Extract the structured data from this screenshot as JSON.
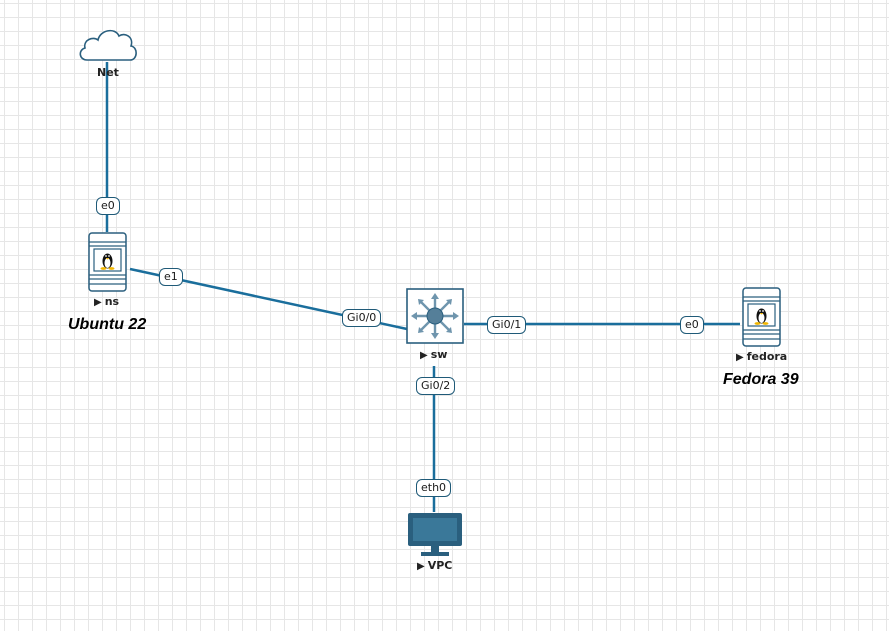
{
  "colors": {
    "link": "#1a6e9c",
    "device_stroke": "#2a5f7e",
    "switch_fill": "#6f95ad",
    "vpc_fill": "#2f6d8c",
    "grid": "#e6e6e6"
  },
  "nodes": {
    "net": {
      "label": "Net",
      "icon": "cloud-icon"
    },
    "ns": {
      "label": "ns",
      "icon": "linux-server-icon"
    },
    "sw": {
      "label": "sw",
      "icon": "layer3-switch-icon"
    },
    "fedora": {
      "label": "fedora",
      "icon": "linux-server-icon"
    },
    "vpc": {
      "label": "VPC",
      "icon": "monitor-icon"
    }
  },
  "interfaces": {
    "ns_e0": "e0",
    "ns_e1": "e1",
    "sw_gi00": "Gi0/0",
    "sw_gi01": "Gi0/1",
    "sw_gi02": "Gi0/2",
    "fedora_e0": "e0",
    "vpc_eth0": "eth0"
  },
  "annotations": {
    "ubuntu": "Ubuntu 22",
    "fedora": "Fedora 39"
  }
}
